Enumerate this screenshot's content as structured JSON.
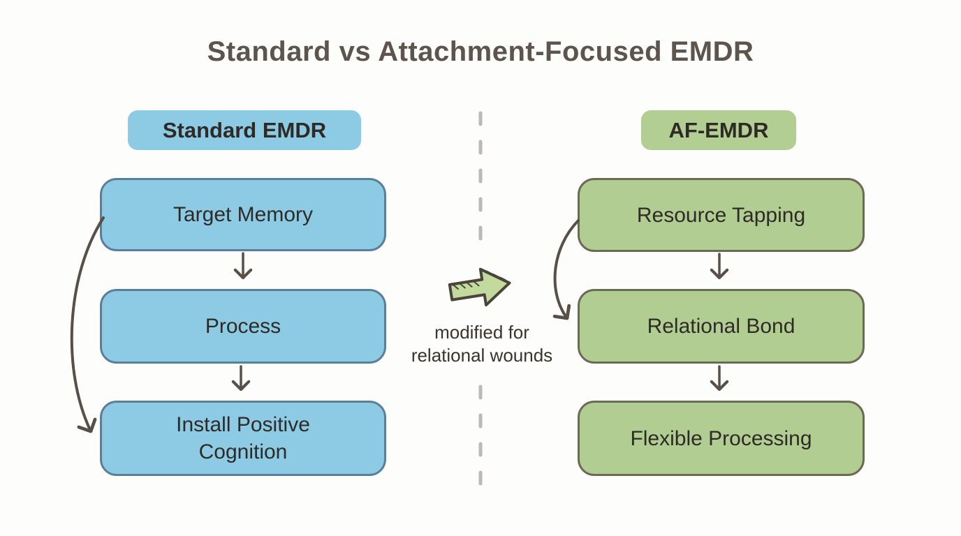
{
  "title": "Standard vs Attachment-Focused EMDR",
  "left_column": {
    "header": "Standard EMDR",
    "boxes": [
      "Target Memory",
      "Process",
      "Install Positive Cognition"
    ]
  },
  "right_column": {
    "header": "AF-EMDR",
    "boxes": [
      "Resource Tapping",
      "Relational Bond",
      "Flexible Processing"
    ]
  },
  "middle": {
    "icon": "right-block-arrow-icon",
    "caption_line1": "modified for",
    "caption_line2": "relational wounds"
  },
  "colors": {
    "background": "#fdfdfc",
    "title_text": "#5d554d",
    "blue_fill": "#8dcae4",
    "blue_border": "#5b7e9b",
    "green_fill": "#b1cd91",
    "green_border": "#6e6857",
    "badge_blue_fill": "#8dcae4",
    "badge_green_fill": "#b2ce92",
    "box_text": "#2e2b27",
    "badge_text": "#2e2a26",
    "caption_text": "#3a342e",
    "arrow_stroke": "#584f46",
    "divider": "#bcb8b4",
    "icon_fill": "#c3da9f",
    "icon_stroke": "#4a443b"
  }
}
